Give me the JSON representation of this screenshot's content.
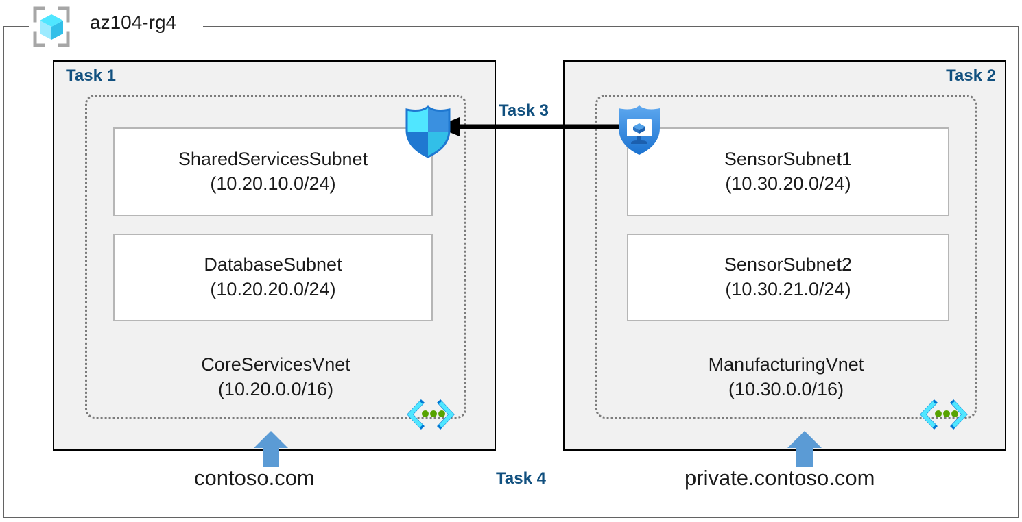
{
  "diagram": {
    "resource_group": {
      "name": "az104-rg4",
      "icon": "resource-group-cube-icon"
    },
    "task_labels": {
      "task1": "Task 1",
      "task2": "Task 2",
      "task3": "Task 3",
      "task4": "Task 4"
    },
    "colors": {
      "task_label": "#11507f",
      "panel_fill": "#f1f1f1",
      "panel_border": "#000000",
      "vnet_border": "#7c7c7c",
      "subnet_border": "#b6b6b6",
      "frame_border": "#636363",
      "arrow_blue": "#5b9bd5",
      "azure_cyan": "#32bfe8",
      "azure_blue": "#0078d4",
      "peering_arrow": "#000000"
    },
    "vnets": [
      {
        "name": "CoreServicesVnet",
        "cidr": "(10.20.0.0/16)",
        "glyph": "vnet-brackets-icon",
        "dns_zone": "contoso.com",
        "task": "Task 1",
        "subnets": [
          {
            "name": "SharedServicesSubnet",
            "cidr": "(10.20.10.0/24)"
          },
          {
            "name": "DatabaseSubnet",
            "cidr": "(10.20.20.0/24)"
          }
        ]
      },
      {
        "name": "ManufacturingVnet",
        "cidr": "(10.30.0.0/16)",
        "glyph": "vnet-brackets-icon",
        "dns_zone": "private.contoso.com",
        "task": "Task 2",
        "subnets": [
          {
            "name": "SensorSubnet1",
            "cidr": "(10.30.20.0/24)"
          },
          {
            "name": "SensorSubnet2",
            "cidr": "(10.30.21.0/24)"
          }
        ]
      }
    ],
    "icons": {
      "nsg_shield": "network-security-group-shield-icon",
      "vm_shield": "virtual-machine-shield-icon",
      "up_arrow": "dns-link-up-arrow-icon"
    }
  }
}
